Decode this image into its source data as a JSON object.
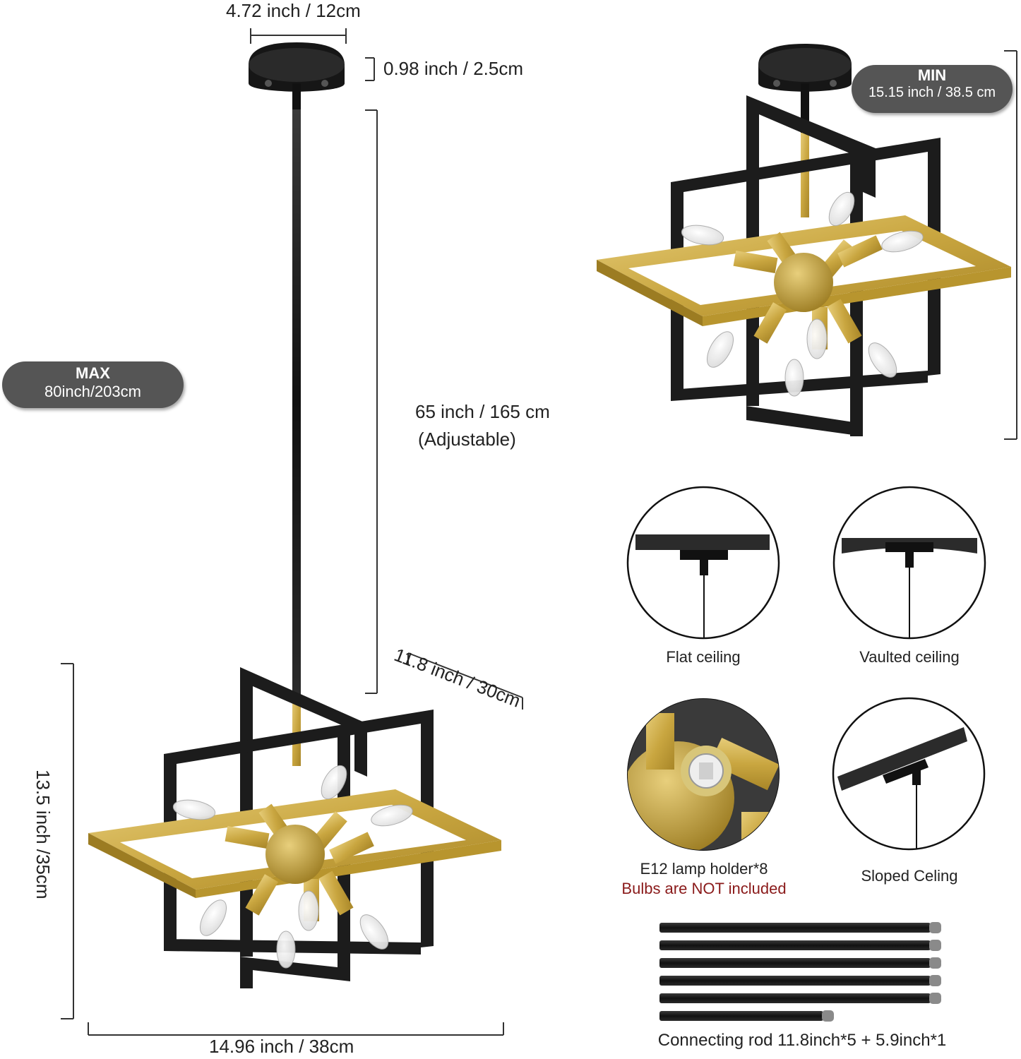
{
  "dimensions": {
    "canopy_width": "4.72 inch / 12cm",
    "canopy_height": "0.98 inch / 2.5cm",
    "rod_length": "65 inch / 165 cm",
    "rod_note": "(Adjustable)",
    "depth": "11.8 inch / 30cm",
    "height": "13.5 inch /35cm",
    "width": "14.96 inch / 38cm"
  },
  "max_badge": {
    "title": "MAX",
    "value": "80inch/203cm"
  },
  "min_badge": {
    "title": "MIN",
    "value": "15.15 inch / 38.5 cm"
  },
  "ceiling_types": [
    {
      "label": "Flat ceiling",
      "icon": "flat-ceiling-icon"
    },
    {
      "label": "Vaulted ceiling",
      "icon": "vaulted-ceiling-icon"
    },
    {
      "label": "Sloped Celing",
      "icon": "sloped-ceiling-icon"
    }
  ],
  "lamp_holder": {
    "label": "E12 lamp holder*8",
    "warning": "Bulbs are NOT included"
  },
  "rods": {
    "caption": "Connecting rod 11.8inch*5 + 5.9inch*1"
  },
  "colors": {
    "frame_black": "#1c1c1c",
    "frame_gold": "#c9a640",
    "badge": "#555555",
    "warning": "#8a1a1a"
  }
}
